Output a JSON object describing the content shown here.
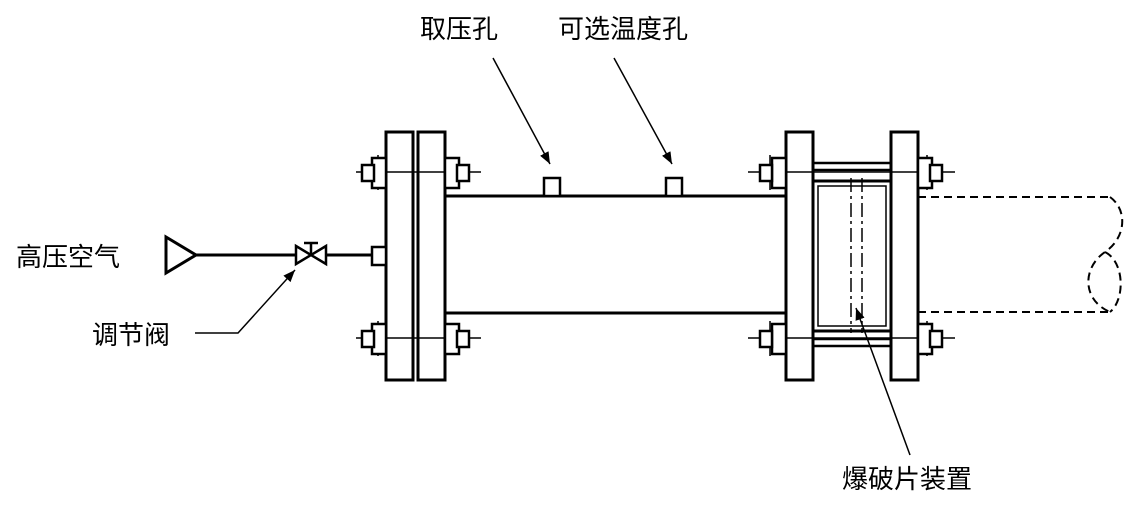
{
  "labels": {
    "pressure_tap": "取压孔",
    "temp_hole": "可选温度孔",
    "high_pressure_air": "高压空气",
    "control_valve": "调节阀",
    "rupture_disc_device": "爆破片装置"
  },
  "colors": {
    "line": "#000000",
    "background": "#ffffff"
  }
}
